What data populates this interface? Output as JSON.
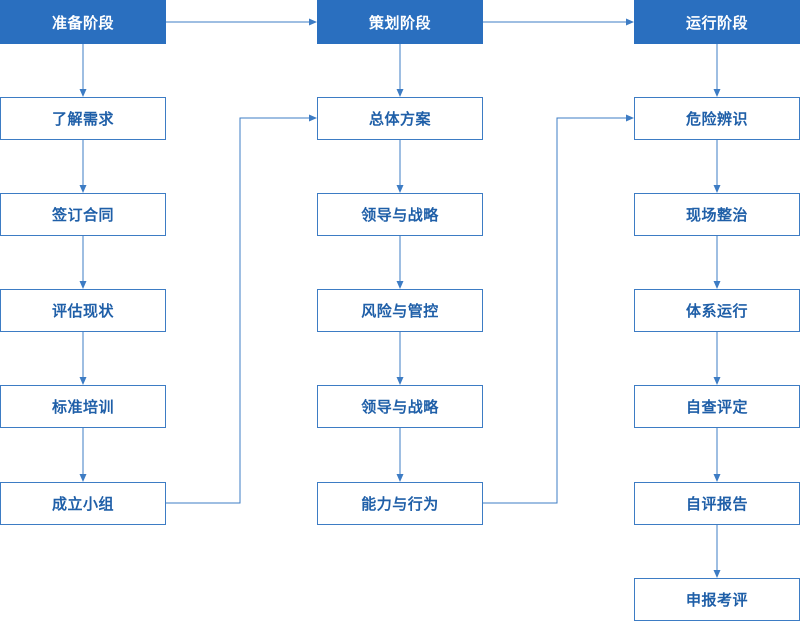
{
  "colors": {
    "header_fill": "#2a6fbf",
    "step_border": "#3d7cc4",
    "step_text": "#1f5fa8",
    "connector": "#3d7cc4"
  },
  "stages": [
    {
      "title": "准备阶段",
      "steps": [
        "了解需求",
        "签订合同",
        "评估现状",
        "标准培训",
        "成立小组"
      ]
    },
    {
      "title": "策划阶段",
      "steps": [
        "总体方案",
        "领导与战略",
        "风险与管控",
        "领导与战略",
        "能力与行为"
      ]
    },
    {
      "title": "运行阶段",
      "steps": [
        "危险辨识",
        "现场整治",
        "体系运行",
        "自查评定",
        "自评报告",
        "申报考评"
      ]
    }
  ]
}
